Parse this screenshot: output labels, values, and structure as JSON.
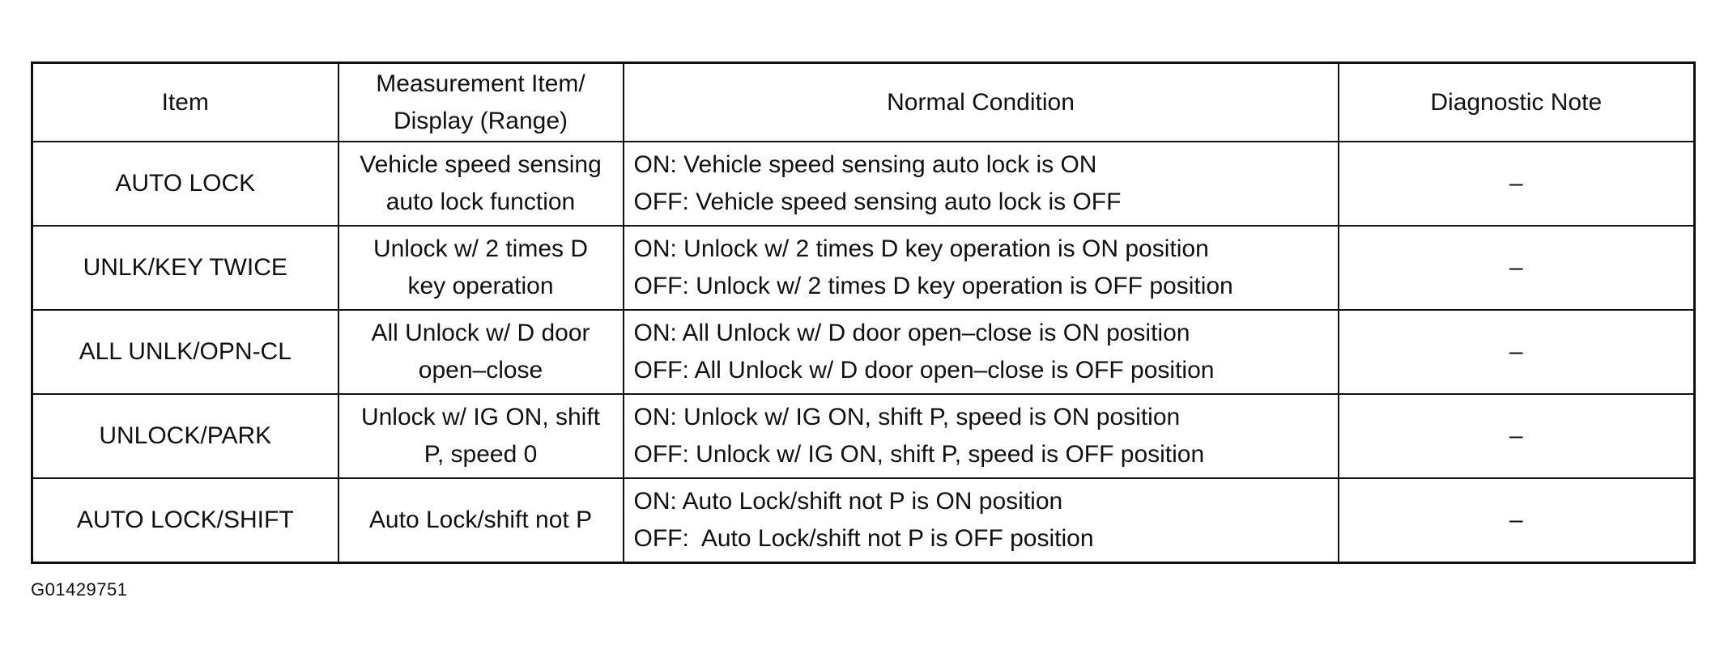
{
  "table": {
    "headers": {
      "item_label": "Item",
      "measurement_line1": "Measurement Item/",
      "measurement_line2": "Display (Range)",
      "normal_condition": "Normal Condition",
      "diagnostic_note": "Diagnostic Note"
    },
    "rows": [
      {
        "item": "AUTO LOCK",
        "measurement": [
          "Vehicle speed sensing",
          "auto lock function"
        ],
        "normal": [
          "ON: Vehicle speed sensing auto lock is ON",
          "OFF: Vehicle speed sensing auto lock is OFF"
        ],
        "note": "–"
      },
      {
        "item": "UNLK/KEY TWICE",
        "measurement": [
          "Unlock w/ 2 times D",
          "key operation"
        ],
        "normal": [
          "ON: Unlock w/ 2 times D key operation is ON position",
          "OFF: Unlock w/ 2 times D key operation is OFF position"
        ],
        "note": "–"
      },
      {
        "item": "ALL UNLK/OPN-CL",
        "measurement": [
          "All Unlock w/ D door",
          "open–close"
        ],
        "normal": [
          "ON: All Unlock w/ D door open–close is ON position",
          "OFF: All Unlock w/ D door open–close is OFF position"
        ],
        "note": "–"
      },
      {
        "item": "UNLOCK/PARK",
        "measurement": [
          "Unlock w/ IG ON, shift",
          "P, speed 0"
        ],
        "normal": [
          "ON: Unlock w/ IG ON, shift P, speed is ON position",
          "OFF: Unlock w/ IG ON, shift P, speed is OFF position"
        ],
        "note": "–"
      },
      {
        "item": "AUTO LOCK/SHIFT",
        "measurement": [
          "Auto Lock/shift not P"
        ],
        "normal": [
          "ON: Auto Lock/shift not P is ON position",
          "OFF:  Auto Lock/shift not P is OFF position"
        ],
        "note": "–"
      }
    ]
  },
  "figure_id": "G01429751"
}
